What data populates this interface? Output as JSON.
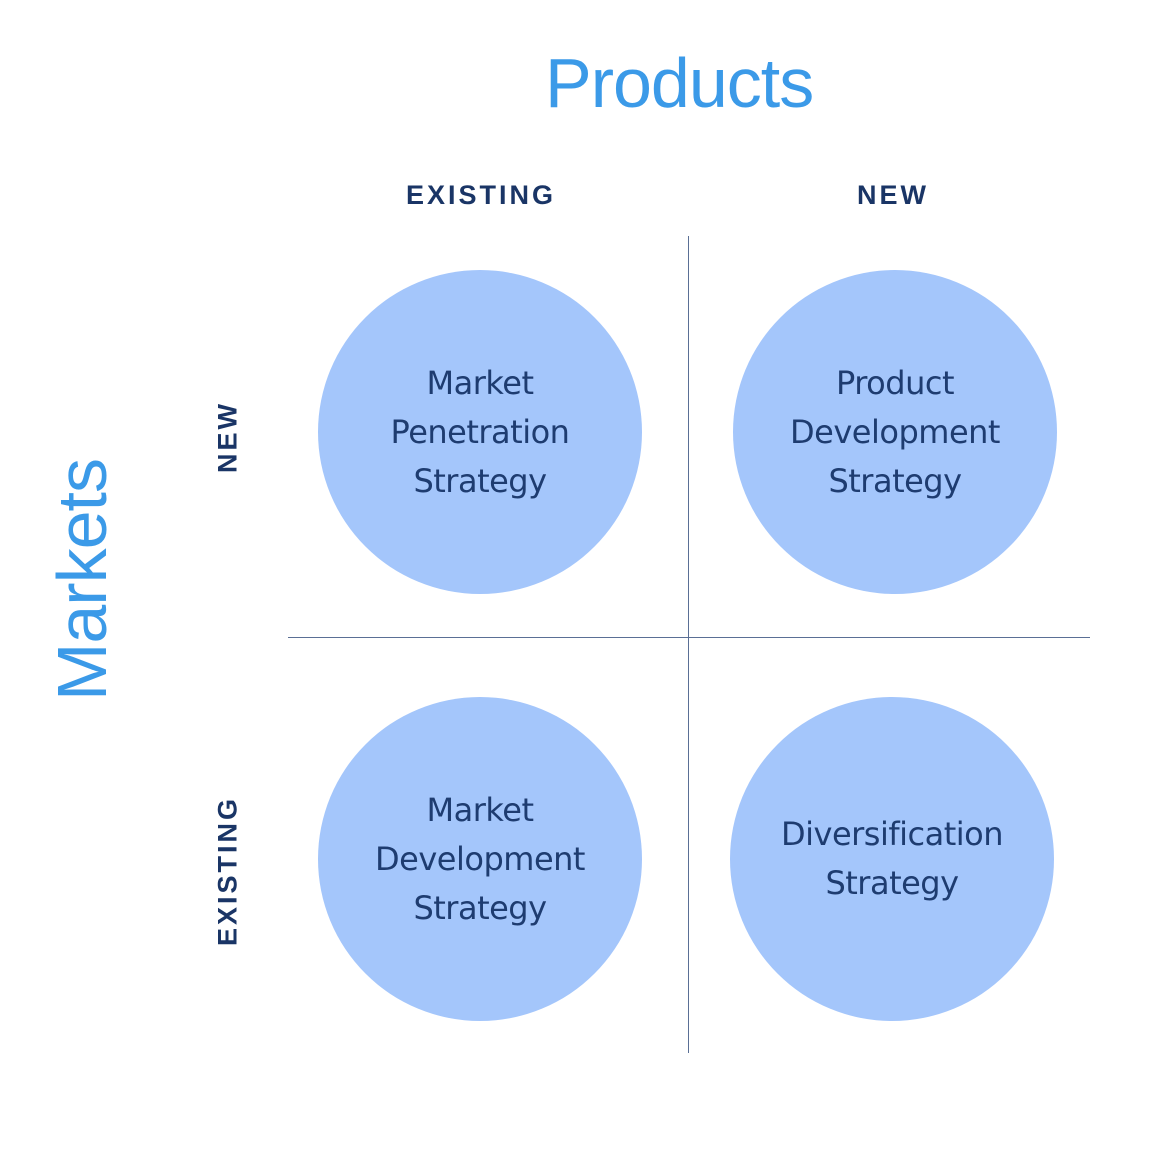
{
  "axes": {
    "products_title": "Products",
    "markets_title": "Markets",
    "columns": [
      {
        "label": "EXISTING"
      },
      {
        "label": "NEW"
      }
    ],
    "rows": [
      {
        "label": "NEW"
      },
      {
        "label": "EXISTING"
      }
    ]
  },
  "quadrants": [
    {
      "text": "Market\nPenetration\nStrategy"
    },
    {
      "text": "Product\nDevelopment\nStrategy"
    },
    {
      "text": "Market\nDevelopment\nStrategy"
    },
    {
      "text": "Diversification\nStrategy"
    }
  ],
  "colors": {
    "title": "#3b9ae8",
    "label": "#1a3566",
    "circle_fill": "#a4c6fb",
    "circle_text": "#1e3c70",
    "divider": "#5a6f95"
  }
}
